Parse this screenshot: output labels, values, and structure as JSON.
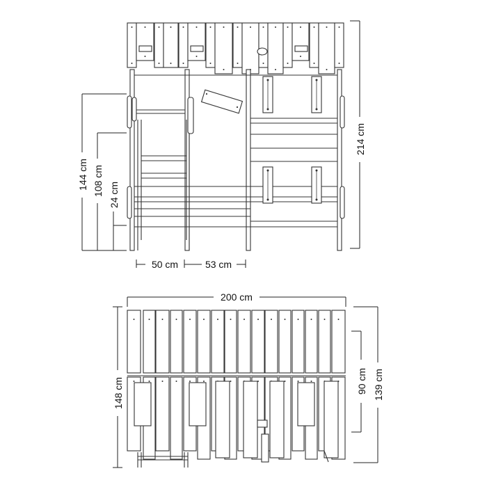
{
  "front_view": {
    "dims": {
      "height_total": "214 cm",
      "height_wall": "144 cm",
      "height_ladder": "108 cm",
      "height_floor": "24 cm",
      "width_left": "50 cm",
      "width_right": "53 cm"
    }
  },
  "side_view": {
    "dims": {
      "width_total": "200 cm",
      "height_left": "148 cm",
      "height_total": "139 cm",
      "height_inner": "90 cm"
    }
  },
  "colors": {
    "line": "#333333",
    "background": "#ffffff"
  }
}
